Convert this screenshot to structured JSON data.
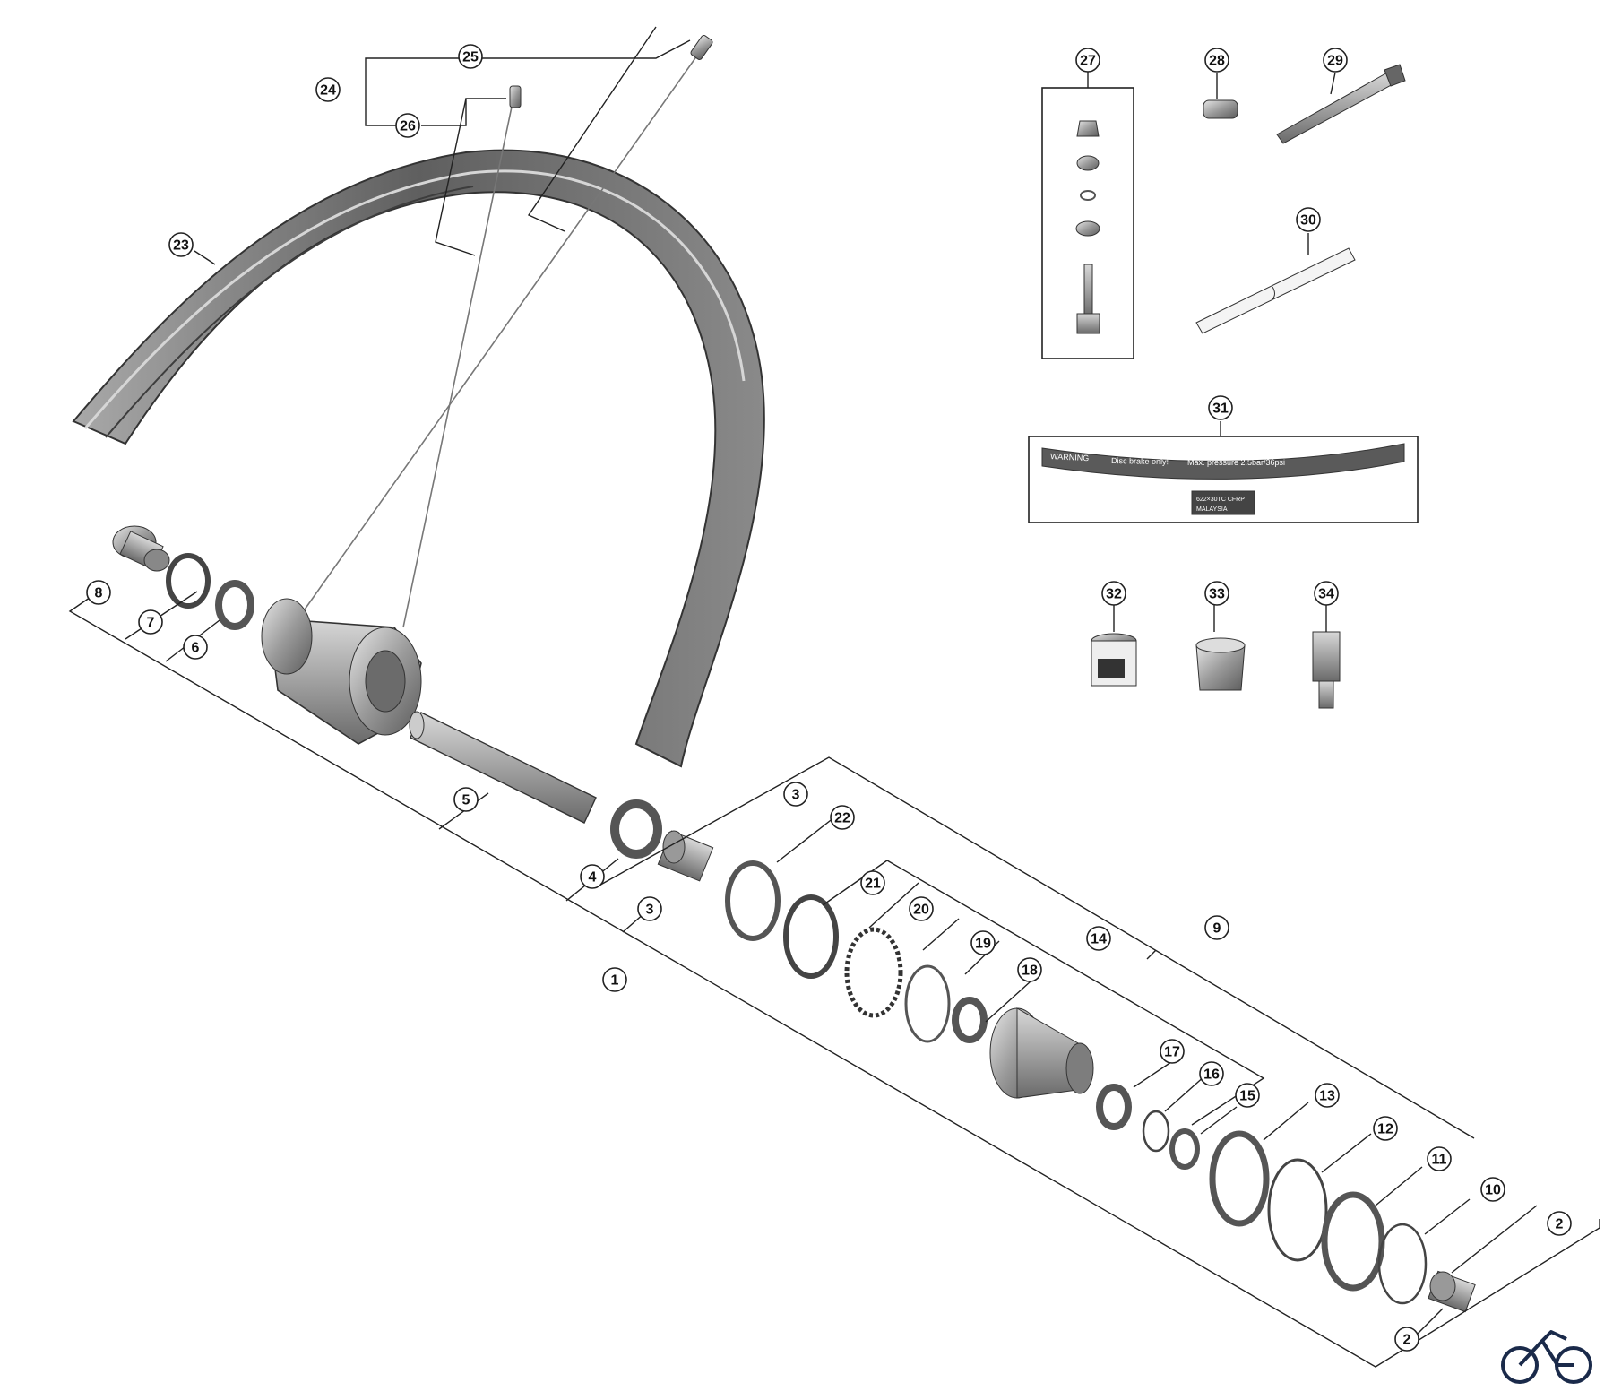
{
  "diagram": {
    "callouts": [
      "1",
      "2",
      "2",
      "3",
      "3",
      "4",
      "5",
      "6",
      "7",
      "8",
      "9",
      "10",
      "11",
      "12",
      "13",
      "14",
      "15",
      "16",
      "17",
      "18",
      "19",
      "20",
      "21",
      "22",
      "23",
      "24",
      "25",
      "26",
      "27",
      "28",
      "29",
      "30",
      "31",
      "32",
      "33",
      "34"
    ],
    "decal": {
      "warning": "WARNING",
      "line1": "Disc brake only!",
      "line2": "Max. pressure 2.5bar/36psi",
      "line3": "622×30TC CFRP",
      "line4": "MALAYSIA"
    }
  },
  "brand": {
    "icon": "bicycle-icon"
  }
}
